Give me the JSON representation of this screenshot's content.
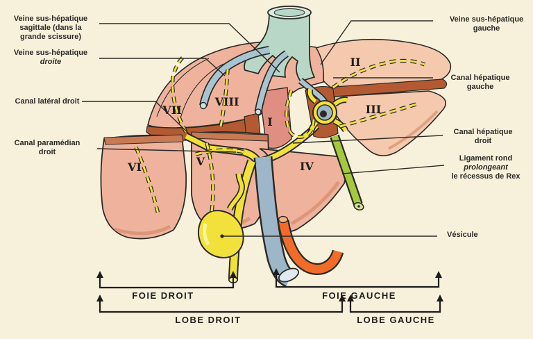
{
  "palette": {
    "background": "#f7f1dc",
    "liver_pink": "#efb39d",
    "liver_pink_light": "#f4c9ae",
    "caudate_pink": "#e18e82",
    "cut_surface_brick": "#b45a32",
    "cava_teal": "#b9d7c7",
    "vein_blue": "#a9c4d1",
    "portal_blue": "#9db7c9",
    "duct_yellow": "#f2e13a",
    "artery_orange": "#f16c2a",
    "ligament_green": "#a5c93d",
    "ink": "#2b2a26"
  },
  "segments": {
    "i": "I",
    "ii": "II",
    "iii": "III",
    "iv": "IV",
    "v": "V",
    "vi": "VI",
    "vii": "VII",
    "viii": "VIII"
  },
  "labels": {
    "veine_sagittale": {
      "lines": [
        "Veine sus-hépatique",
        "sagittale (dans la",
        "grande scissure)"
      ]
    },
    "veine_droite": {
      "lines": [
        "Veine sus-hépatique",
        "droite"
      ]
    },
    "canal_lateral": {
      "lines": [
        "Canal latéral droit"
      ]
    },
    "canal_paramedian": {
      "lines": [
        "Canal paramédian",
        "droit"
      ]
    },
    "veine_gauche": {
      "lines": [
        "Veine sus-hépatique",
        "gauche"
      ]
    },
    "canal_hepatique_gauche": {
      "lines": [
        "Canal hépatique",
        "gauche"
      ]
    },
    "canal_hepatique_droit": {
      "lines": [
        "Canal hépatique",
        "droit"
      ]
    },
    "ligament_rond": {
      "lines": [
        "Ligament rond",
        "prolongeant",
        "le récessus de Rex"
      ]
    },
    "vesicule": {
      "lines": [
        "Vésicule"
      ]
    }
  },
  "brackets": {
    "foie_droit": "FOIE DROIT",
    "foie_gauche": "FOIE GAUCHE",
    "lobe_droit": "LOBE DROIT",
    "lobe_gauche": "LOBE GAUCHE"
  }
}
